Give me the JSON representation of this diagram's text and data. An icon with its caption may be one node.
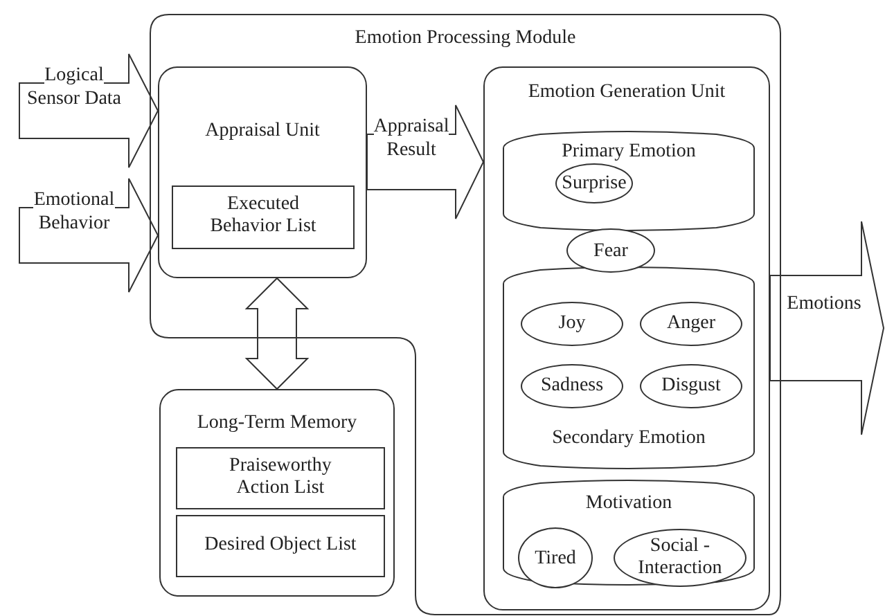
{
  "diagram": {
    "nodes": [
      {
        "text": [
          "Emotion Processing Module"
        ]
      },
      {
        "text": [
          "Appraisal Unit"
        ],
        "in": 0
      },
      {
        "text": [
          "Executed Behavior List"
        ],
        "in": 1
      },
      {
        "text": [
          "Long-Term Memory"
        ]
      },
      {
        "text": [
          "Praiseworthy Action List"
        ],
        "in": 3
      },
      {
        "text": [
          "Desired Object List"
        ],
        "in": 3
      },
      {
        "text": [
          "Emotion Generation Unit"
        ],
        "in": 0
      },
      {
        "text": [
          "Primary Emotion"
        ],
        "in": 6
      },
      {
        "text": [
          "Surprise"
        ],
        "in": 7
      },
      {
        "text": [
          "Fear"
        ],
        "in": 6
      },
      {
        "text": [
          "Secondary Emotion"
        ],
        "in": 6
      },
      {
        "text": [
          "Joy"
        ],
        "in": 10
      },
      {
        "text": [
          "Anger"
        ],
        "in": 10
      },
      {
        "text": [
          "Sadness"
        ],
        "in": 10
      },
      {
        "text": [
          "Disgust"
        ],
        "in": 10
      },
      {
        "text": [
          "Motivation"
        ],
        "in": 6
      },
      {
        "text": [
          "Tired"
        ],
        "in": 15
      },
      {
        "text": [
          "Social - Interaction"
        ],
        "in": 15
      }
    ],
    "edges": [
      {
        "from": null,
        "to": 1,
        "arrow": "to",
        "label": "Logical Sensor Data",
        "style": "thick"
      },
      {
        "from": null,
        "to": 1,
        "arrow": "to",
        "label": "Emotional Behavior",
        "style": "thick"
      },
      {
        "from": 1,
        "to": 6,
        "arrow": "to",
        "label": "Appraisal Result",
        "style": "thick"
      },
      {
        "from": 1,
        "to": 3,
        "arrow": "both",
        "style": "thick"
      },
      {
        "from": 6,
        "to": null,
        "arrow": "to",
        "label": "Emotions",
        "style": "thick"
      }
    ]
  }
}
